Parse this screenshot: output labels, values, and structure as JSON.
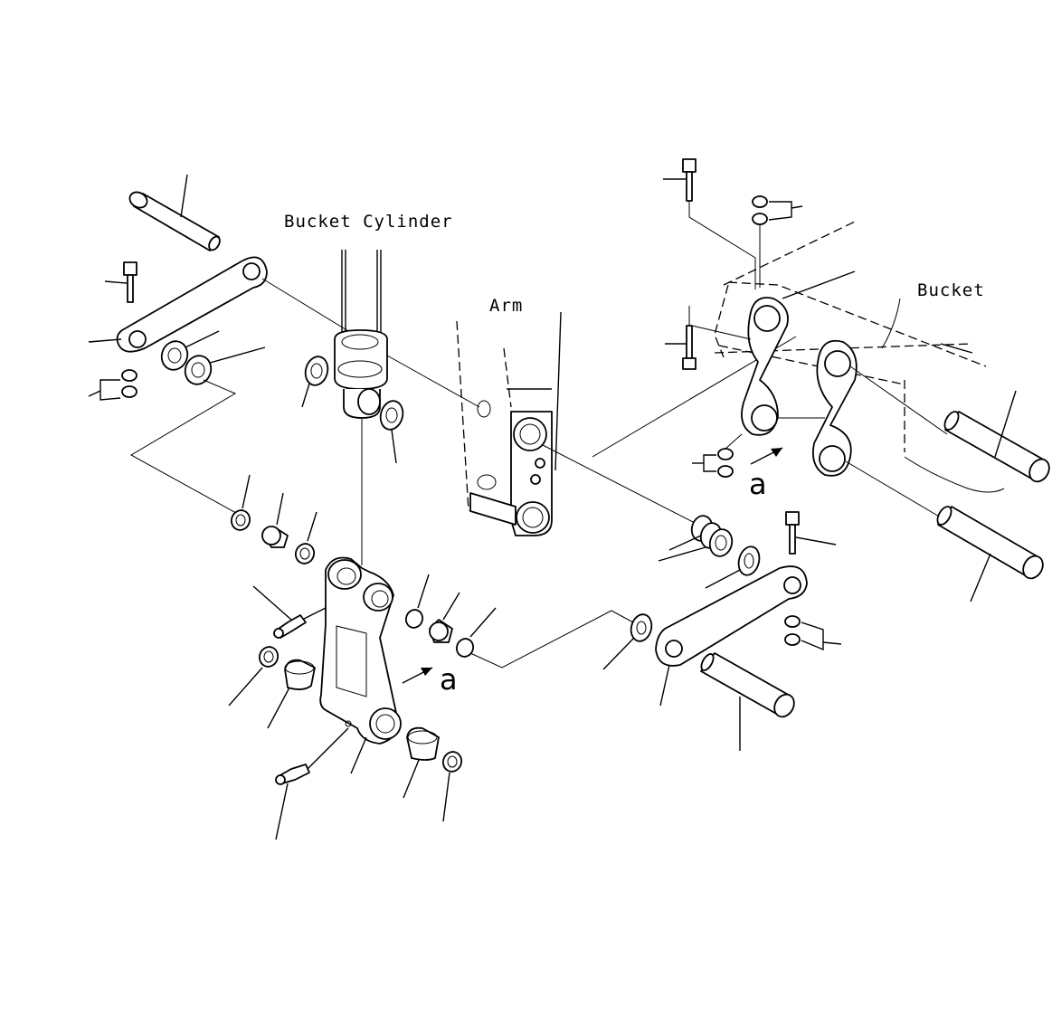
{
  "diagram": {
    "labels": {
      "bucket_cylinder": "Bucket Cylinder",
      "arm": "Arm",
      "bucket": "Bucket",
      "view_mark_left": "a",
      "view_mark_right": "a"
    },
    "colors": {
      "ink": "#000000",
      "paper": "#ffffff"
    }
  }
}
